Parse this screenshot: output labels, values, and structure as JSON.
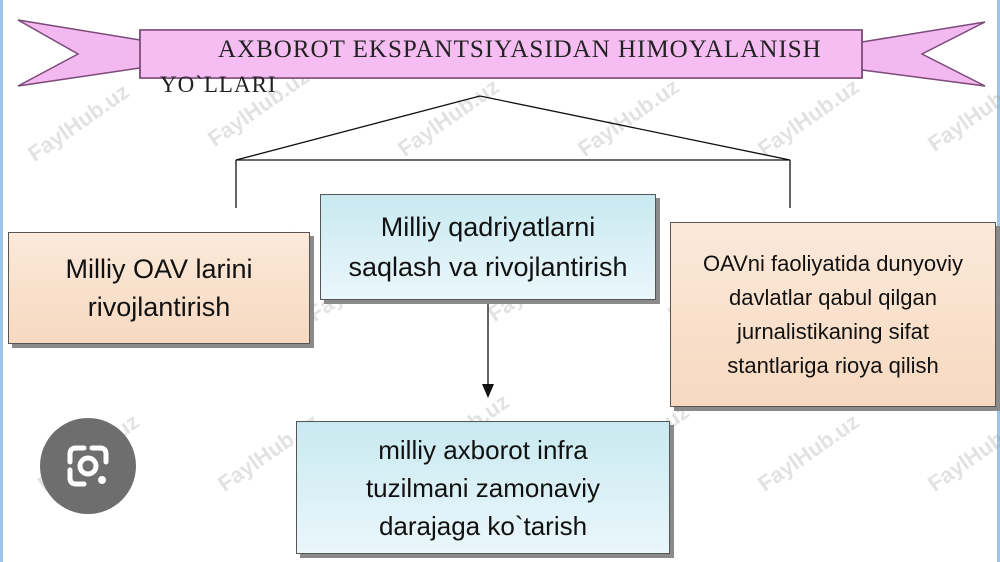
{
  "banner": {
    "title": "AXBOROT  EKSPANTSIYASIDAN  HIMOYALANISH",
    "title_line2": "YO`LLARI"
  },
  "boxes": {
    "left": {
      "line1": "Milliy  OAV larini",
      "line2": "rivojlantirish"
    },
    "center": {
      "line1": "Milliy qadriyatlarni",
      "line2": "saqlash va rivojlantirish"
    },
    "right": {
      "line1": "OAVni faoliyatida dunyoviy",
      "line2": "davlatlar qabul qilgan",
      "line3": "jurnalistikaning sifat",
      "line4": "stantlariga rioya qilish"
    },
    "bottom": {
      "line1": "milliy axborot infra",
      "line2": "tuzilmani zamonaviy",
      "line3": "darajaga ko`tarish"
    }
  },
  "watermark": {
    "text": "FaylHub.uz"
  },
  "colors": {
    "banner_pink": "#f3b8f0",
    "box_orange": "#f8dcc4",
    "box_blue": "#cdeaf2",
    "frame": "#9cc6e4"
  },
  "icons": {
    "lens": "google-lens-icon"
  }
}
